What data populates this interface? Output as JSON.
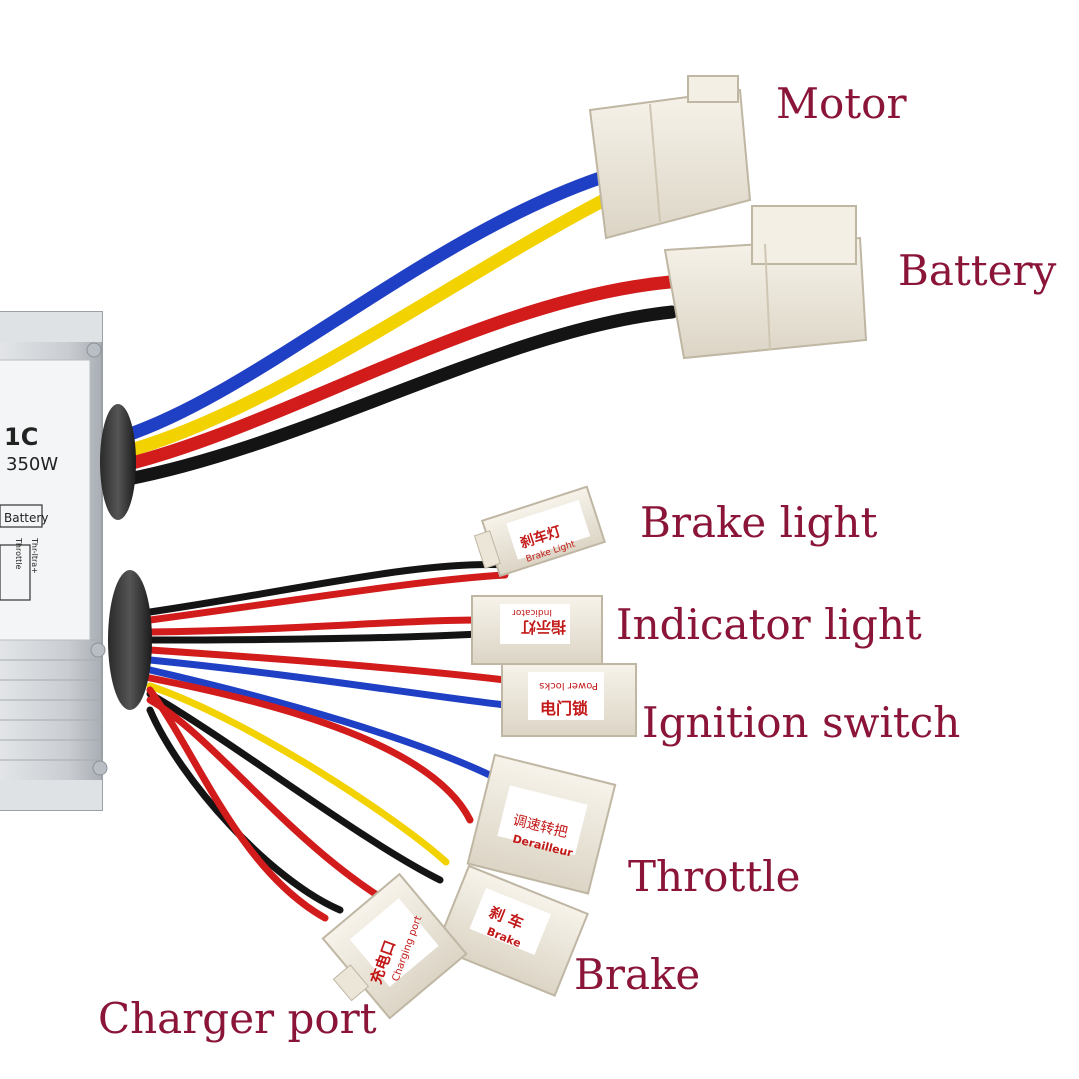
{
  "colors": {
    "label": "#8a1538",
    "wire_blue": "#1f3fc4",
    "wire_yellow": "#f2d200",
    "wire_red": "#d21c1c",
    "wire_black": "#141414",
    "connector": "#efe9dd",
    "housing": "#cfd3d8"
  },
  "controller": {
    "model_fragment": "1C",
    "power": "350W",
    "battery_label": "Battery",
    "small_a": "Throttle",
    "small_b": "Thr-ltra+"
  },
  "callouts": {
    "motor": "Motor",
    "battery": "Battery",
    "brake_light": "Brake light",
    "indicator_light": "Indicator light",
    "ignition_switch": "Ignition switch",
    "throttle": "Throttle",
    "brake": "Brake",
    "charger_port": "Charger port"
  },
  "tags": {
    "brake_light_cn": "刹车灯",
    "brake_light_en": "Brake Light",
    "indicator_cn": "指示灯",
    "indicator_en": "Indicator",
    "ignition_cn": "电门锁",
    "ignition_en": "Power locks",
    "throttle_cn": "调速转把",
    "throttle_en": "Derailleur",
    "brake_cn": "刹 车",
    "brake_en": "Brake",
    "charger_cn": "充电口",
    "charger_en": "Charging port"
  }
}
